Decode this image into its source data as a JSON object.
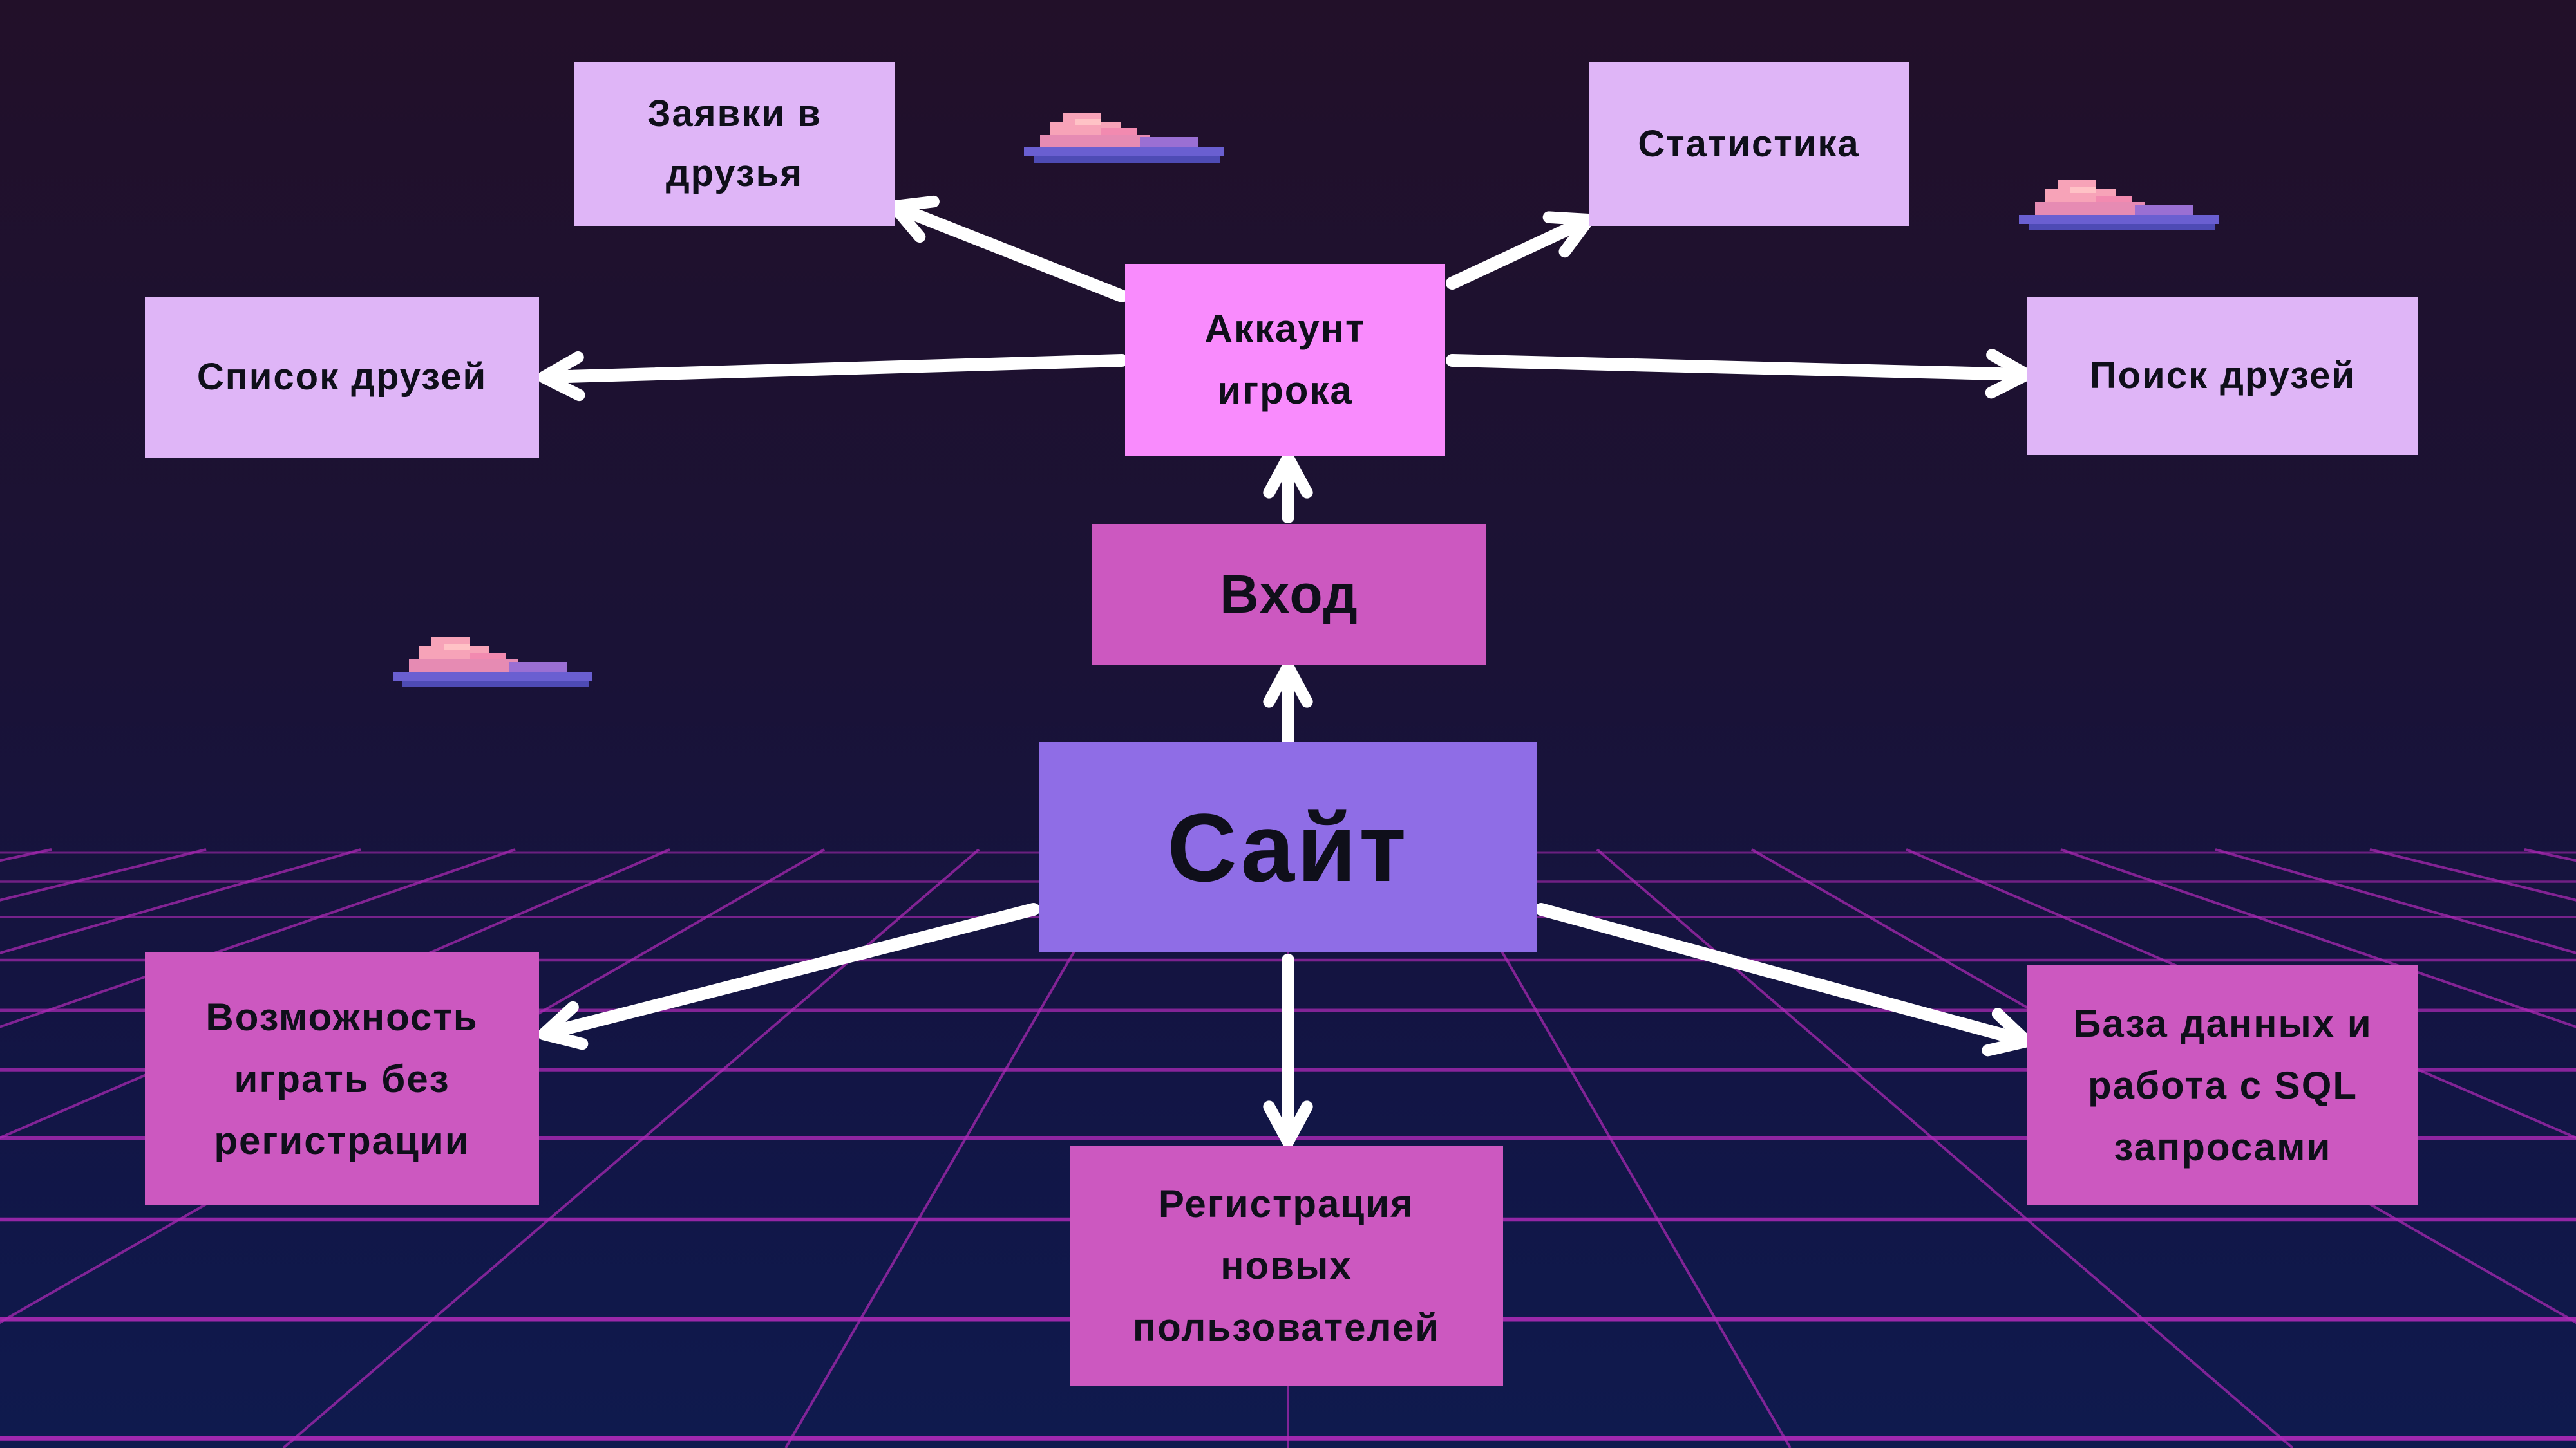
{
  "diagram": {
    "nodes": {
      "site": {
        "label": "Сайт"
      },
      "login": {
        "label": "Вход"
      },
      "account": {
        "label": "Аккаунт\nигрока"
      },
      "friend_requests": {
        "label": "Заявки в\nдрузья"
      },
      "statistics": {
        "label": "Статистика"
      },
      "friends_list": {
        "label": "Список друзей"
      },
      "friend_search": {
        "label": "Поиск друзей"
      },
      "guest_play": {
        "label": "Возможность\nиграть без\nрегистрации"
      },
      "registration": {
        "label": "Регистрация\nновых\nпользователей"
      },
      "database": {
        "label": "База данных и\nработа с SQL\nзапросами"
      }
    },
    "edges": [
      {
        "from": "site",
        "to": "login"
      },
      {
        "from": "login",
        "to": "account"
      },
      {
        "from": "account",
        "to": "friend_requests"
      },
      {
        "from": "account",
        "to": "statistics"
      },
      {
        "from": "account",
        "to": "friends_list"
      },
      {
        "from": "account",
        "to": "friend_search"
      },
      {
        "from": "site",
        "to": "guest_play"
      },
      {
        "from": "site",
        "to": "registration"
      },
      {
        "from": "site",
        "to": "database"
      }
    ]
  },
  "colors": {
    "background_top": "#221029",
    "background_bottom": "#0f1a4e",
    "grid_line": "#b02ab8",
    "arrow": "#ffffff",
    "node_light": "#dfb5f7",
    "node_account": "#f98bfd",
    "node_mid": "#cc58c0",
    "node_site": "#8f6de6",
    "cloud_pink": "#f7a3b8",
    "cloud_purple": "#5d58c9"
  },
  "decorations": {
    "clouds": [
      "pixel-cloud-icon",
      "pixel-cloud-icon",
      "pixel-cloud-icon"
    ]
  }
}
